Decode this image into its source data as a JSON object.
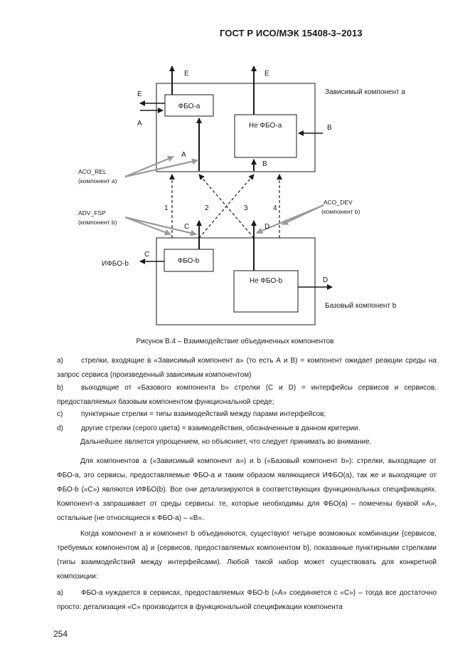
{
  "header": {
    "standard": "ГОСТ Р ИСО/МЭК 15408-3–2013"
  },
  "diagram": {
    "dependent_component_label": "Зависимый компонент а",
    "base_component_label": "Базовый компонент b",
    "fbo_a": "ФБО-а",
    "not_fbo_a": "Не ФБО-а",
    "fbo_b": "ФБО-b",
    "not_fbo_b": "Не ФБО-b",
    "ifbo_b": "ИФБО-b",
    "letters": {
      "E1": "E",
      "E2": "E",
      "E3": "E",
      "A1": "A",
      "A2": "A",
      "B1": "B",
      "B2": "B",
      "C1": "C",
      "C2": "C",
      "D1": "D",
      "D2": "D"
    },
    "numbers": [
      "1",
      "2",
      "3",
      "4"
    ],
    "acd_rel": "ACO_REL",
    "acd_rel_sub": "(компонент а)",
    "adv_fsp": "ADV_FSP",
    "adv_fsp_sub": "(компонент b)",
    "aco_dev": "ACO_DEV",
    "aco_dev_sub": "(компонент b)"
  },
  "caption": "Рисунок В.4 – Взаимодействие объединенных компонентов",
  "paragraphs": {
    "a_marker": "а)",
    "a_text": "стрелки, входящие в «Зависимый компонент а» (то есть А и В) = компонент ожидает реакции среды на запрос сервиса (произведенный зависимым компонентом)",
    "b_marker": "b)",
    "b_text": "выходящие от «Базового компонента b» стрелки (С и D) = интерфейсы сервисов и сервисов, предоставляемых базовым компонентом функциональной среде;",
    "c_marker": "c)",
    "c_text": "пунктирные стрелки = типы взаимодействий между парами интерфейсов;",
    "d_marker": "d)",
    "d_text": "другие стрелки (серого цвета) = взаимодействия, обозначенные в данном критерии.",
    "simplification": "Дальнейшее является упрощением, но объясняет, что следует принимать во внимание.",
    "components": "Для компонентов а («Зависимый компонент а») и b («Базовый компонент b»): стрелки, выходящие от ФБО-а, это сервисы, предоставляемые ФБО-а и таким образом являющиеся ИФБО(а), так же и выходящие от ФБО-b («С») являются ИФБО(b). Все они детализируются в соответствующих функциональных спецификациях. Компонент-а запрашивает от среды сервисы: те, которые необходимы для ФБО(а) – помечены буквой «А», остальные (не относящиеся к ФБО-а) – «В».",
    "combined": "Когда компонент а и компонент b объединяются, существуют четыре возможных комбинации {сервисов, требуемых компонентом а} и {сервисов, предоставляемых компонентом b}, показанные пунктирными стрелками (типы взаимодействий между интерфейсами). Любой такой набор может существовать для конкретной композиции:",
    "last_marker": "а)",
    "last_text": "ФБО-а нуждается в сервисах, предоставляемых ФБО-b («А» соединяется с «С») – тогда все достаточно просто: детализация «С» производится в функциональной спецификации компонента"
  },
  "page_number": "254",
  "colors": {
    "ink": "#1a1a1a",
    "gray_arrow": "#9a9a9a"
  }
}
